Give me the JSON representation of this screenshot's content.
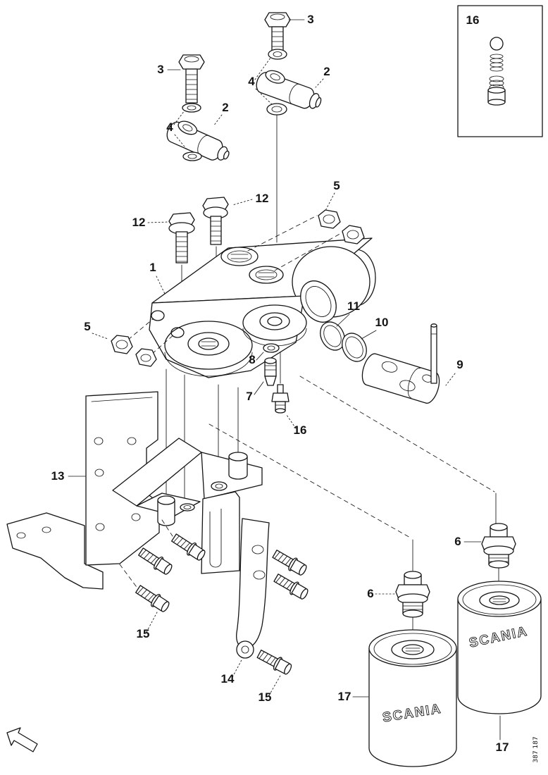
{
  "parts": {
    "filter_head": "1",
    "banjo_fitting_left": "2",
    "banjo_fitting_right": "2",
    "banjo_bolt_left": "3",
    "banjo_bolt_right": "3",
    "sealing_washers_left": "4",
    "sealing_washers_right": "4",
    "hex_plug_upper": "5",
    "hex_nut_left": "5",
    "nipple_left": "6",
    "nipple_right": "6",
    "plug": "7",
    "seal_washer": "8",
    "shutoff_valve": "9",
    "oring_inner": "10",
    "oring_outer": "11",
    "flange_screw_left": "12",
    "flange_screw_right": "12",
    "mounting_bracket": "13",
    "clamp_strap": "14",
    "flange_bolt_front": "15",
    "flange_bolt_bottom": "15",
    "overflow_valve": "16",
    "overflow_valve_inset": "16",
    "fuel_filter_left": "17",
    "fuel_filter_right": "17"
  },
  "brand": {
    "filter_left": "SCANIA",
    "filter_right": "SCANIA"
  },
  "footer": {
    "drawing_number": "387 187"
  },
  "colors": {
    "ink": "#141414",
    "paper": "#ffffff"
  }
}
